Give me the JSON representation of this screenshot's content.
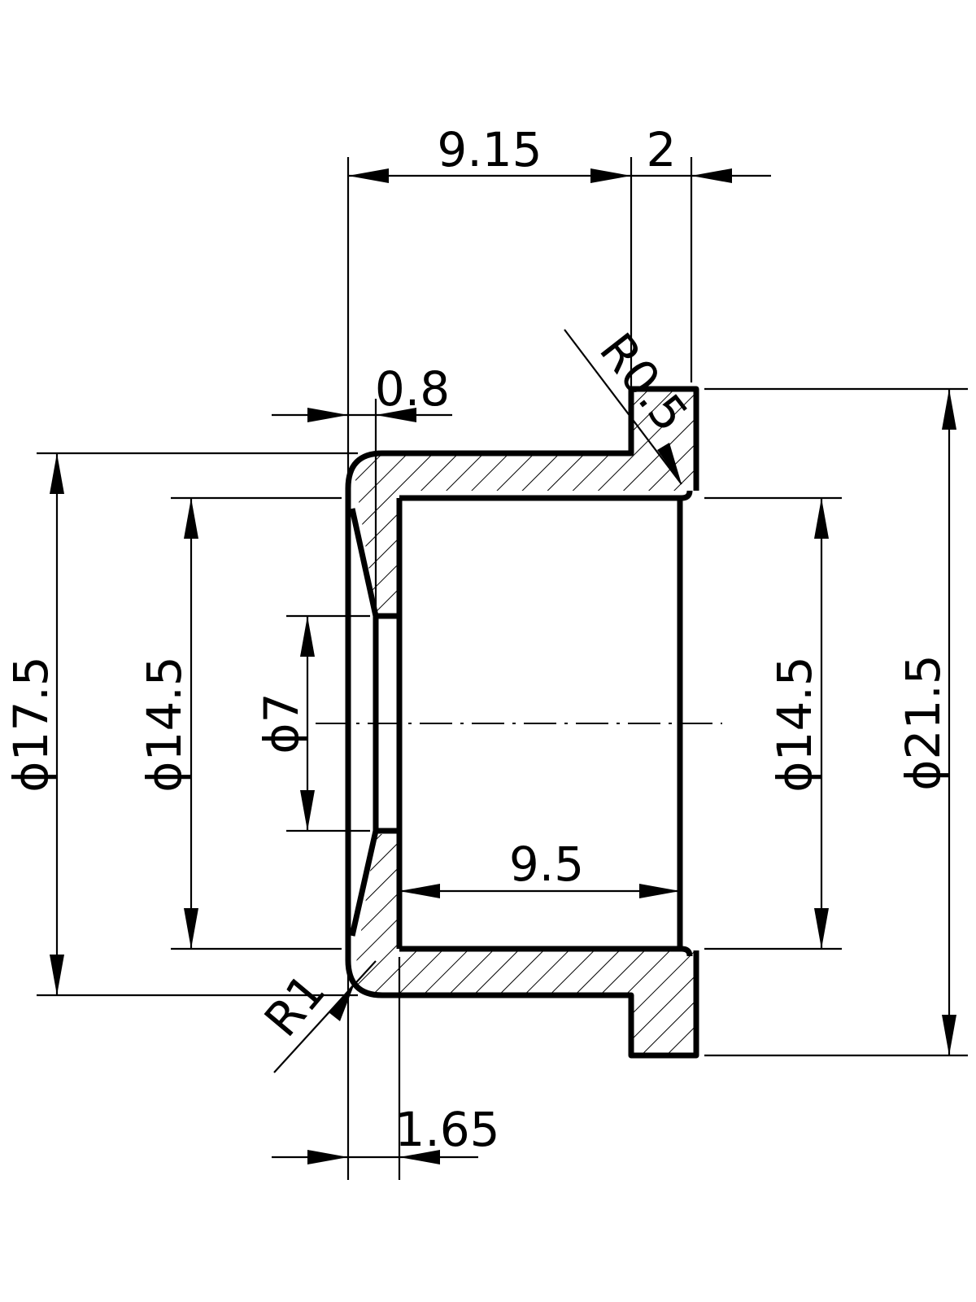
{
  "diagram": {
    "dimensions": {
      "len_9_15": "9.15",
      "len_2": "2",
      "len_0_8": "0.8",
      "radius_0_5": "R0.5",
      "dia_17_5": "ϕ17.5",
      "dia_14_5_left": "ϕ14.5",
      "dia_7": "ϕ7",
      "len_9_5": "9.5",
      "dia_14_5_right": "ϕ14.5",
      "dia_21_5": "ϕ21.5",
      "radius_1": "R1",
      "len_1_65": "1.65"
    }
  }
}
